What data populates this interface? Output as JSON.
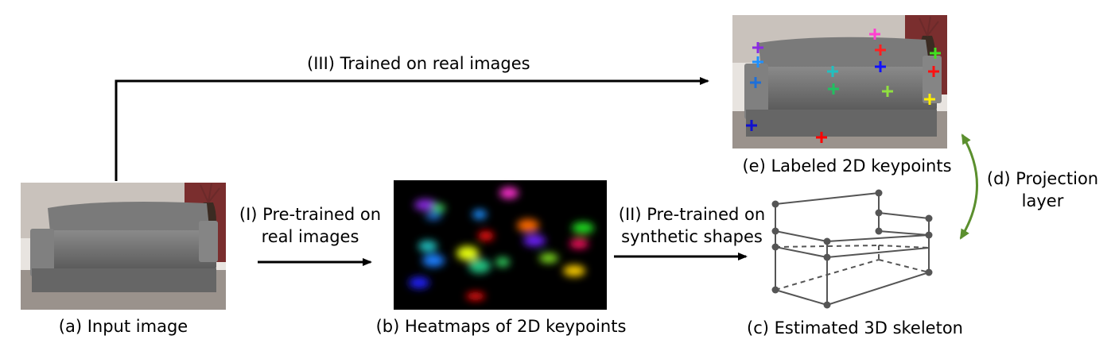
{
  "labels": {
    "input_image": "(a) Input image",
    "heatmaps": "(b) Heatmaps of 2D keypoints",
    "skeleton": "(c) Estimated 3D skeleton",
    "projection_line1": "(d) Projection",
    "projection_line2": "layer",
    "labeled_keypoints": "(e) Labeled 2D keypoints"
  },
  "edges": {
    "pretrained_real_line1": "(I) Pre-trained on",
    "pretrained_real_line2": "real images",
    "pretrained_synth_line1": "(II) Pre-trained on",
    "pretrained_synth_line2": "synthetic shapes",
    "trained_real": "(III) Trained on real images"
  },
  "colors": {
    "arrow": "#000000",
    "projection_arrow": "#5b8f2e",
    "skeleton": "#555555",
    "heatmap_bg": "#000000",
    "wall": "#7a2e2e",
    "sofa": "#6b6b6b",
    "floor": "#9a928c"
  },
  "keypoint_colors": [
    "#8a2be2",
    "#1e90ff",
    "#1e6fd9",
    "#1010d0",
    "#ff2020",
    "#ff40d0",
    "#1010ff",
    "#20c0c0",
    "#20c060",
    "#90e040",
    "#40e020",
    "#ff1010",
    "#ffee00",
    "#ff0000"
  ]
}
